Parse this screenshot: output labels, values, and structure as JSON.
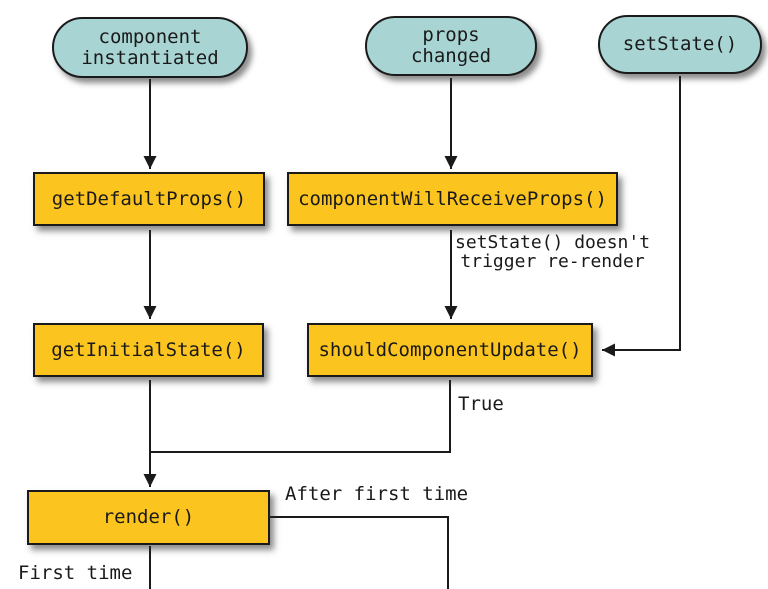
{
  "colors": {
    "event-fill": "#a8d5d3",
    "method-fill": "#fcc41e",
    "stroke": "#1a1a1a",
    "text": "#1a1a1a",
    "background": "#ffffff"
  },
  "events": [
    {
      "label": "component\ninstantiated"
    },
    {
      "label": "props\nchanged"
    },
    {
      "label": "setState()"
    }
  ],
  "methods": [
    {
      "label": "getDefaultProps()"
    },
    {
      "label": "componentWillReceiveProps()"
    },
    {
      "label": "getInitialState()"
    },
    {
      "label": "shouldComponentUpdate()"
    },
    {
      "label": "render()"
    }
  ],
  "annotations": {
    "no_rerender": "setState() doesn't\ntrigger re-render",
    "true_label": "True",
    "after_first_time": "After first time",
    "first_time": "First time"
  }
}
